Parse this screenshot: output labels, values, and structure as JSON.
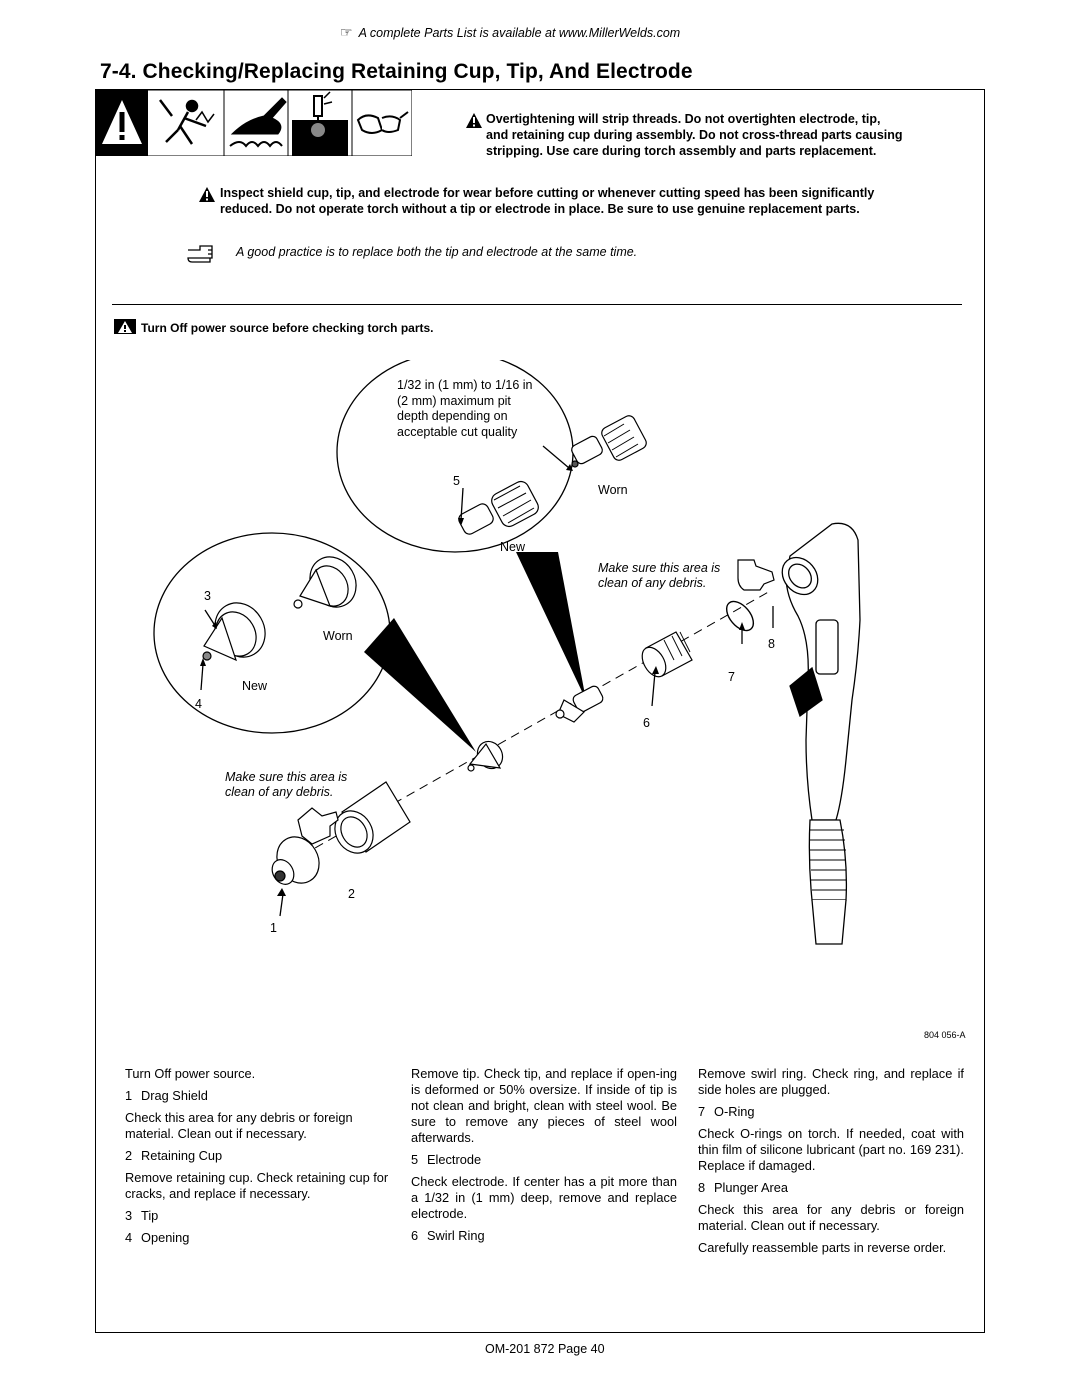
{
  "header": {
    "note": "A complete Parts List is available at www.MillerWelds.com",
    "icon": "hand-pointer-icon"
  },
  "section": {
    "title": "7-4. Checking/Replacing Retaining Cup, Tip, And Electrode"
  },
  "warnings": {
    "overtighten": "Overtightening will strip threads. Do not overtighten electrode, tip, and retaining cup during assembly. Do not cross-thread parts causing stripping. Use care during torch assembly and parts replacement.",
    "overtighten_lines": [
      "Overtightening will strip threads. Do not overtighten electrode, tip,",
      "and retaining cup during assembly. Do not cross-thread parts causing",
      "stripping. Use care during torch assembly and parts replacement."
    ],
    "inspect_lines": [
      "Inspect shield cup, tip, and electrode for wear before cutting or whenever cutting speed has been significantly",
      "reduced. Do not operate torch without a tip or electrode in place. Be sure to use genuine replacement parts."
    ],
    "practice": "A good practice is to replace both the tip and electrode at the same time.",
    "power_off": "Turn Off power source before checking torch parts."
  },
  "figure": {
    "pit_callout_lines": [
      "1/32 in (1 mm) to 1/16 in",
      "(2 mm) maximum pit",
      "depth depending on",
      "acceptable cut quality"
    ],
    "clean_area": [
      "Make sure this area is",
      "clean of any debris."
    ],
    "worn": "Worn",
    "new": "New",
    "numbers": [
      "1",
      "2",
      "3",
      "4",
      "5",
      "6",
      "7",
      "8"
    ],
    "figure_id": "804 056-A"
  },
  "instructions": {
    "col1": {
      "intro": "Turn Off power source.",
      "item1": "Drag Shield",
      "item1_text": "Check this area for any debris or foreign material. Clean out if necessary.",
      "item2": "Retaining Cup",
      "item2_text": "Remove retaining cup. Check retaining cup for cracks, and replace if necessary.",
      "item3": "Tip",
      "item4": "Opening"
    },
    "col2": {
      "intro": "Remove tip. Check tip, and replace if open-ing is deformed or 50% oversize. If inside of tip is not clean and bright, clean with steel wool. Be sure to remove any pieces of steel wool afterwards.",
      "item5": "Electrode",
      "item5_text": "Check electrode. If center has a pit more than a 1/32 in (1 mm) deep, remove and replace electrode.",
      "item6": "Swirl Ring"
    },
    "col3": {
      "intro": "Remove swirl ring. Check ring, and replace if side holes are plugged.",
      "item7": "O-Ring",
      "item7_text": "Check O-rings on torch. If needed, coat with thin film of silicone lubricant (part no. 169 231). Replace if damaged.",
      "item8": "Plunger Area",
      "item8_text": "Check this area for any debris or foreign material. Clean out if necessary.",
      "closing": "Carefully reassemble parts in reverse order."
    }
  },
  "footer": {
    "page": "OM-201 872 Page 40"
  }
}
